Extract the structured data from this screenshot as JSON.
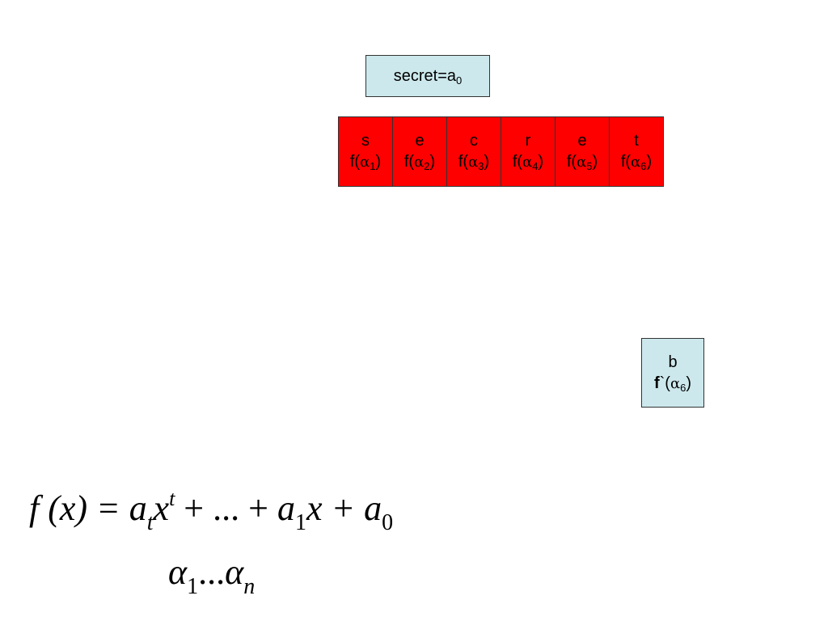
{
  "secret_box": {
    "label": "secret=a",
    "sub": "0"
  },
  "shares": [
    {
      "letter": "s",
      "fn": "f(",
      "alpha": "α",
      "idx": "1",
      "close": ")"
    },
    {
      "letter": "e",
      "fn": "f(",
      "alpha": "α",
      "idx": "2",
      "close": ")"
    },
    {
      "letter": "c",
      "fn": "f(",
      "alpha": "α",
      "idx": "3",
      "close": ")"
    },
    {
      "letter": "r",
      "fn": "f(",
      "alpha": "α",
      "idx": "4",
      "close": ")"
    },
    {
      "letter": "e",
      "fn": "f(",
      "alpha": "α",
      "idx": "5",
      "close": ")"
    },
    {
      "letter": "t",
      "fn": "f(",
      "alpha": "α",
      "idx": "6",
      "close": ")"
    }
  ],
  "share_color": "#ff0000",
  "box_color": "#cce8ec",
  "b_box": {
    "letter": "b",
    "fn": "f",
    "prime": "`",
    "open": "(",
    "alpha": "α",
    "idx": "6",
    "close": ")"
  },
  "formula": {
    "lhs": "f (x) = ",
    "a_t": "a",
    "t_sub": "t",
    "x": "x",
    "t_sup": "t",
    "mid": " + ... + ",
    "a_1": "a",
    "one_sub": "1",
    "x1": "x + ",
    "a_0": "a",
    "zero_sub": "0"
  },
  "alpha_range": {
    "first": "α",
    "first_sub": "1",
    "dots": "...",
    "last": "α",
    "last_sub": "n"
  }
}
